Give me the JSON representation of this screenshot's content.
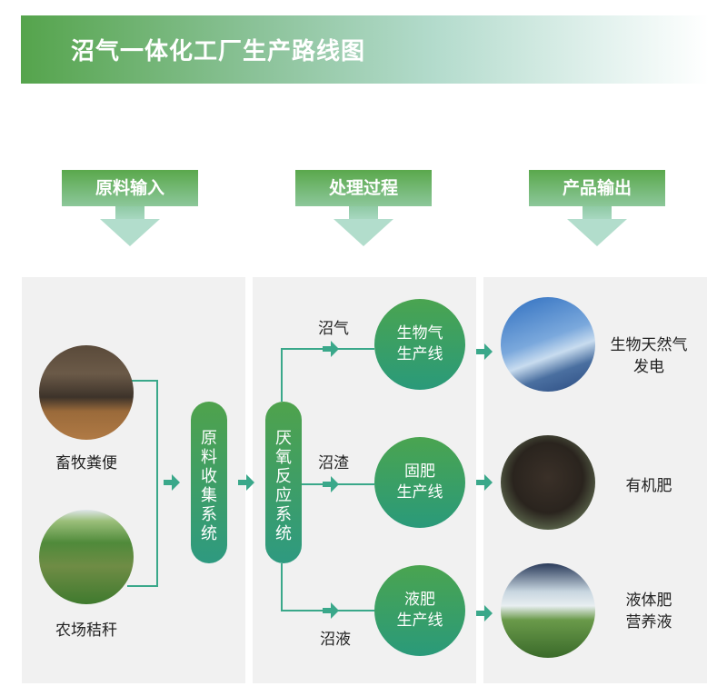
{
  "title": "沼气一体化工厂生产路线图",
  "sections": [
    "原料输入",
    "处理过程",
    "产品输出"
  ],
  "inputs": [
    {
      "label": "畜牧粪便",
      "icon": "livestock-manure-photo"
    },
    {
      "label": "农场秸秆",
      "icon": "farm-straw-photo"
    }
  ],
  "systems": [
    "原\n料\n收\n集\n系\n统",
    "厌\n氧\n反\n应\n系\n统"
  ],
  "byproducts": [
    "沼气",
    "沼渣",
    "沼液"
  ],
  "lines": [
    [
      "生物气",
      "生产线"
    ],
    [
      "固肥",
      "生产线"
    ],
    [
      "液肥",
      "生产线"
    ]
  ],
  "products": [
    {
      "label": "生物天然气\n发电",
      "icon": "wind-solar-photo"
    },
    {
      "label": "有机肥",
      "icon": "organic-fertilizer-photo"
    },
    {
      "label": "液体肥\n营养液",
      "icon": "irrigation-photo"
    }
  ],
  "colors": {
    "green": "#4aa450",
    "teal": "#2a9a7a",
    "line": "#3aa88a"
  }
}
